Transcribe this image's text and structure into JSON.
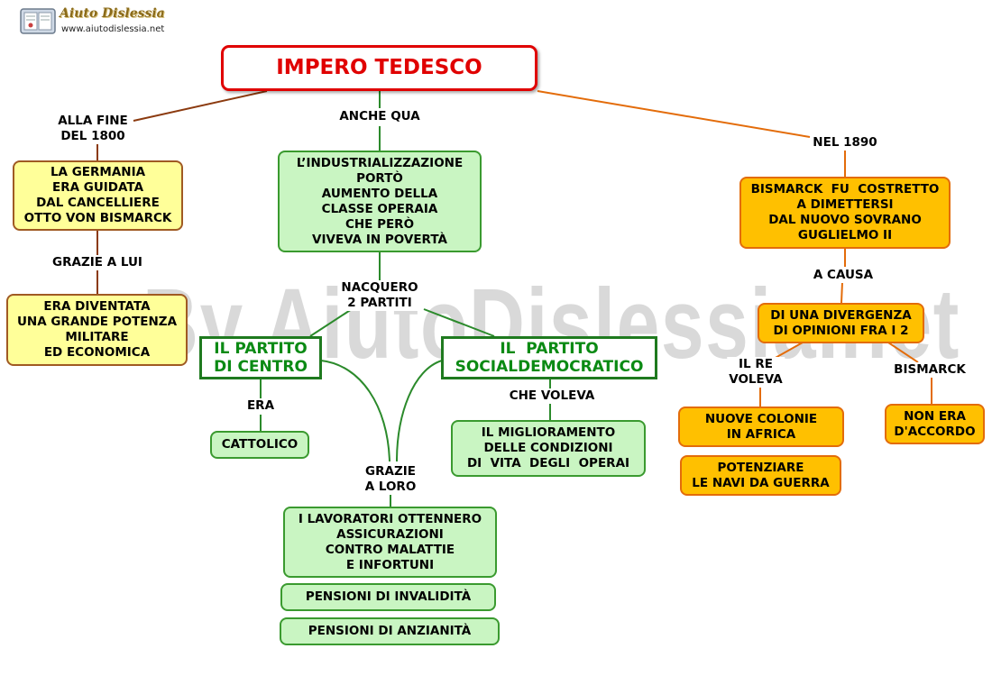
{
  "logo": {
    "title": "Aiuto Dislessia",
    "url": "www.aiutodislessia.net"
  },
  "watermark": "By AiutoDislessia.net",
  "title": "IMPERO TEDESCO",
  "labels": {
    "alla_fine": [
      "ALLA FINE",
      "DEL 1800"
    ],
    "anche_qua": [
      "ANCHE QUA"
    ],
    "nel_1890": [
      "NEL 1890"
    ],
    "grazie_a_lui": [
      "GRAZIE A LUI"
    ],
    "nacquero": [
      "NACQUERO",
      "2 PARTITI"
    ],
    "a_causa": [
      "A CAUSA"
    ],
    "il_re_voleva": [
      "IL RE",
      "VOLEVA"
    ],
    "bismarck": [
      "BISMARCK"
    ],
    "era": [
      "ERA"
    ],
    "che_voleva": [
      "CHE VOLEVA"
    ],
    "grazie_a_loro": [
      "GRAZIE",
      "A LORO"
    ]
  },
  "boxes": {
    "germania": [
      "LA GERMANIA",
      "ERA GUIDATA",
      "DAL CANCELLIERE",
      "OTTO VON BISMARCK"
    ],
    "potenza": [
      "ERA DIVENTATA",
      "UNA GRANDE POTENZA",
      "MILITARE",
      "ED ECONOMICA"
    ],
    "industrializzazione": [
      "L’INDUSTRIALIZZAZIONE",
      "PORTÒ",
      "AUMENTO DELLA",
      "CLASSE OPERAIA",
      "CHE PERÒ",
      "VIVEVA IN POVERTÀ"
    ],
    "partito_centro": [
      "IL PARTITO",
      "DI CENTRO"
    ],
    "partito_social": [
      "IL  PARTITO",
      "SOCIALDEMOCRATICO"
    ],
    "cattolico": [
      "CATTOLICO"
    ],
    "miglioramento": [
      "IL MIGLIORAMENTO",
      "DELLE CONDIZIONI",
      "DI  VITA  DEGLI  OPERAI"
    ],
    "lavoratori": [
      "I LAVORATORI OTTENNERO",
      "ASSICURAZIONI",
      "CONTRO MALATTIE",
      "E INFORTUNI"
    ],
    "invalidita": [
      "PENSIONI DI INVALIDITÀ"
    ],
    "anzianita": [
      "PENSIONI DI ANZIANITÀ"
    ],
    "bismarck_dimettersi": [
      "BISMARCK  FU  COSTRETTO",
      "A DIMETTERSI",
      "DAL NUOVO SOVRANO",
      "GUGLIELMO II"
    ],
    "divergenza": [
      "DI UNA DIVERGENZA",
      "DI OPINIONI FRA I 2"
    ],
    "colonie": [
      "NUOVE COLONIE",
      "IN AFRICA"
    ],
    "navi": [
      "POTENZIARE",
      "LE NAVI DA GUERRA"
    ],
    "non_accordo": [
      "NON ERA",
      "D'ACCORDO"
    ]
  },
  "colors": {
    "title_border": "#e00000",
    "green_fill": "#c9f5c2",
    "green_border": "#3a9a2f",
    "yellow_fill": "#ffff99",
    "yellow_border": "#a05a23",
    "orange_fill": "#ffc000",
    "orange_border": "#e36c0a",
    "party_text": "#0b8a14"
  }
}
